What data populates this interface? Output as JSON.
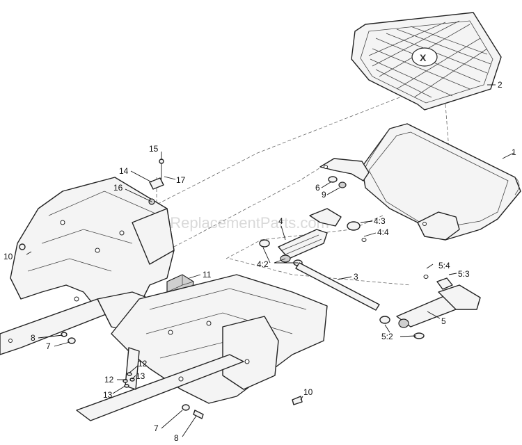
{
  "watermark": "eReplacementParts.com",
  "callouts": {
    "c1": "1",
    "c2": "2",
    "c3": "3",
    "c4": "4",
    "c5": "5",
    "c6": "6",
    "c7a": "7",
    "c7b": "7",
    "c8a": "8",
    "c8b": "8",
    "c9": "9",
    "c10a": "10",
    "c10b": "10",
    "c11": "11",
    "c12a": "12",
    "c12b": "12",
    "c13a": "13",
    "c13b": "13",
    "c14": "14",
    "c15": "15",
    "c16": "16",
    "c17": "17",
    "c4_2": "4:2",
    "c4_3": "4:3",
    "c4_4": "4:4",
    "c5_2": "5:2",
    "c5_3": "5:3",
    "c5_4": "5:4"
  }
}
